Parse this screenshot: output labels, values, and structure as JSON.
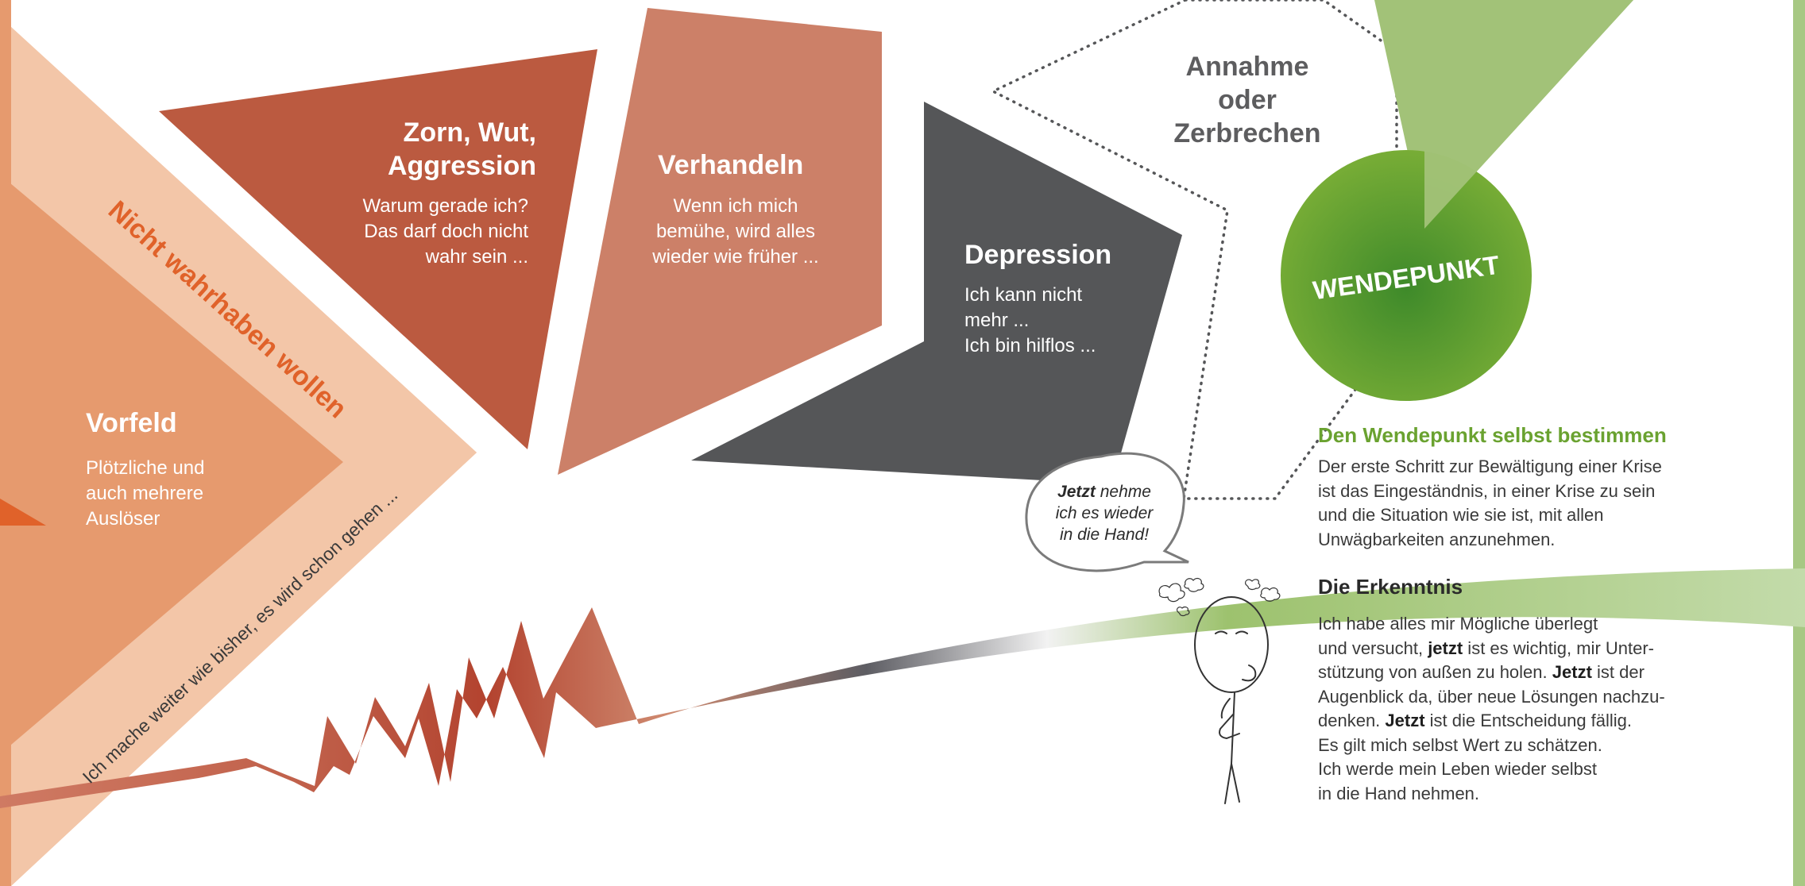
{
  "colors": {
    "vorfeld": "#e69a6e",
    "band": "#f3c6a8",
    "zorn": "#bb5a40",
    "verhandeln": "#cc8068",
    "depression": "#555658",
    "green": "#6aa230",
    "green_light": "#a2c278",
    "accent_orange": "#e0622a"
  },
  "stages": {
    "vorfeld": {
      "title": "Vorfeld",
      "body": [
        "Plötzliche und",
        "auch mehrere",
        "Auslöser"
      ]
    },
    "nicht_wahrhaben": {
      "title": "Nicht wahrhaben wollen",
      "body": "Ich mache weiter wie bisher, es wird schon gehen ..."
    },
    "zorn": {
      "title": [
        "Zorn, Wut,",
        "Aggression"
      ],
      "body": [
        "Warum gerade ich?",
        "Das darf doch nicht",
        "wahr sein ..."
      ]
    },
    "verhandeln": {
      "title": "Verhandeln",
      "body": [
        "Wenn ich mich",
        "bemühe, wird alles",
        "wieder wie früher ..."
      ]
    },
    "depression": {
      "title": "Depression",
      "body": [
        "Ich kann nicht",
        "mehr ...",
        "Ich bin hilflos ..."
      ]
    },
    "annahme": {
      "title": [
        "Annahme",
        "oder",
        "Zerbrechen"
      ]
    }
  },
  "wendepunkt": {
    "label": "WENDEPUNKT"
  },
  "speech_bubble": {
    "bold": "Jetzt",
    "rest_line1": " nehme",
    "line2": "ich es wieder",
    "line3": "in die Hand!"
  },
  "section_wendepunkt": {
    "heading": "Den Wendepunkt selbst bestimmen",
    "lines": [
      "Der erste Schritt zur Bewältigung einer Krise",
      "ist das Eingeständnis, in einer Krise zu sein",
      "und die Situation wie sie ist, mit allen",
      "Unwägbarkeiten anzunehmen."
    ]
  },
  "section_erkenntnis": {
    "heading": "Die Erkenntnis",
    "line1": "Ich habe alles mir Mögliche überlegt",
    "line2_a": "und versucht, ",
    "line2_b": "jetzt",
    "line2_c": " ist es wichtig, mir Unter-",
    "line3_a": "stützung von außen zu holen. ",
    "line3_b": "Jetzt",
    "line3_c": " ist der",
    "line4": "Augenblick da, über neue Lösungen nachzu-",
    "line5_a": "denken. ",
    "line5_b": "Jetzt",
    "line5_c": " ist die Entscheidung fällig.",
    "line6": "Es gilt mich selbst Wert zu schätzen.",
    "line7": "Ich werde mein Leben wieder selbst",
    "line8": "in die Hand nehmen."
  }
}
